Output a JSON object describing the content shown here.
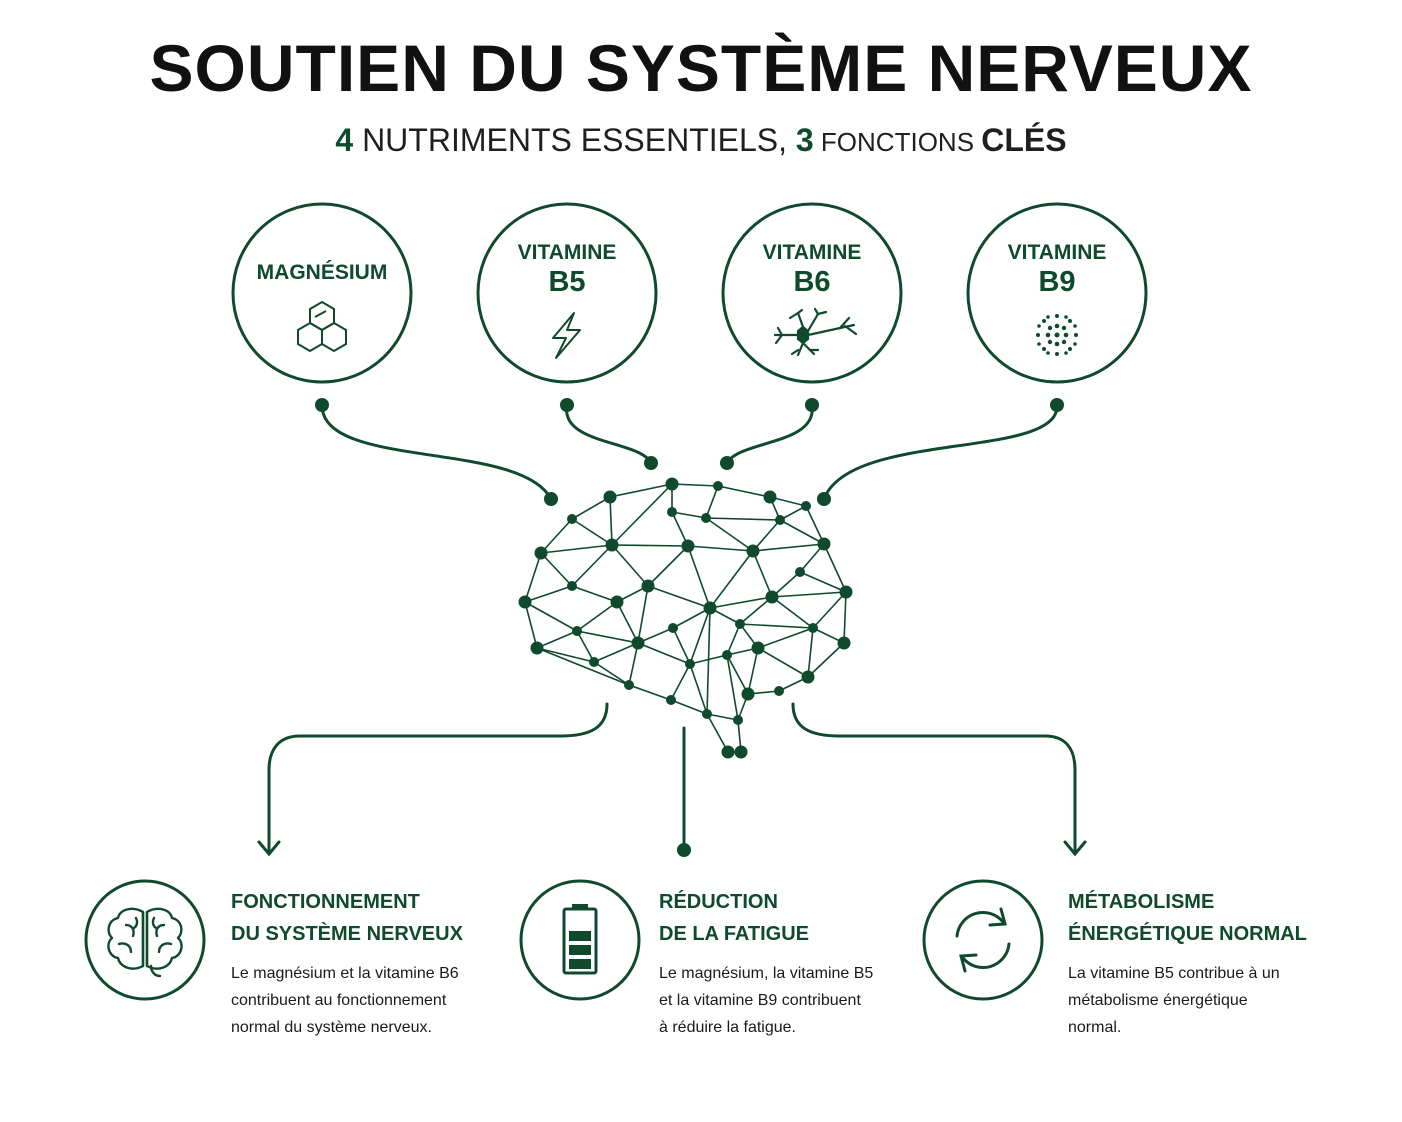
{
  "header": {
    "title": "SOUTIEN DU SYSTÈME NERVEUX",
    "subtitle": {
      "n1": "4",
      "t1": " NUTRIMENTS ESSENTIELS, ",
      "n2": "3",
      "t2": " FONCTIONS ",
      "t3": "CLÉS"
    }
  },
  "nutrients": [
    {
      "line1": "MAGNÉSIUM",
      "line2": "",
      "icon": "hexagon-cluster-icon"
    },
    {
      "line1": "VITAMINE",
      "line2": "B5",
      "icon": "lightning-icon"
    },
    {
      "line1": "VITAMINE",
      "line2": "B6",
      "icon": "neuron-icon"
    },
    {
      "line1": "VITAMINE",
      "line2": "B9",
      "icon": "dot-sphere-icon"
    }
  ],
  "functions": [
    {
      "title1": "FONCTIONNEMENT",
      "title2": "DU SYSTÈME NERVEUX",
      "desc1": "Le magnésium et la vitamine B6",
      "desc2": "contribuent au fonctionnement",
      "desc3": "normal du système nerveux.",
      "icon": "brain-icon"
    },
    {
      "title1": "RÉDUCTION",
      "title2": "DE LA FATIGUE",
      "desc1": "Le magnésium, la vitamine B5",
      "desc2": "et la vitamine B9 contribuent",
      "desc3": "à réduire la fatigue.",
      "icon": "battery-icon"
    },
    {
      "title1": "MÉTABOLISME",
      "title2": "ÉNERGÉTIQUE NORMAL",
      "desc1": "La vitamine B5 contribue à un",
      "desc2": "métabolisme énergétique",
      "desc3": "normal.",
      "icon": "refresh-cycle-icon"
    }
  ],
  "colors": {
    "accent": "#0f4a2c",
    "text": "#1a1a1a",
    "background": "#ffffff"
  }
}
